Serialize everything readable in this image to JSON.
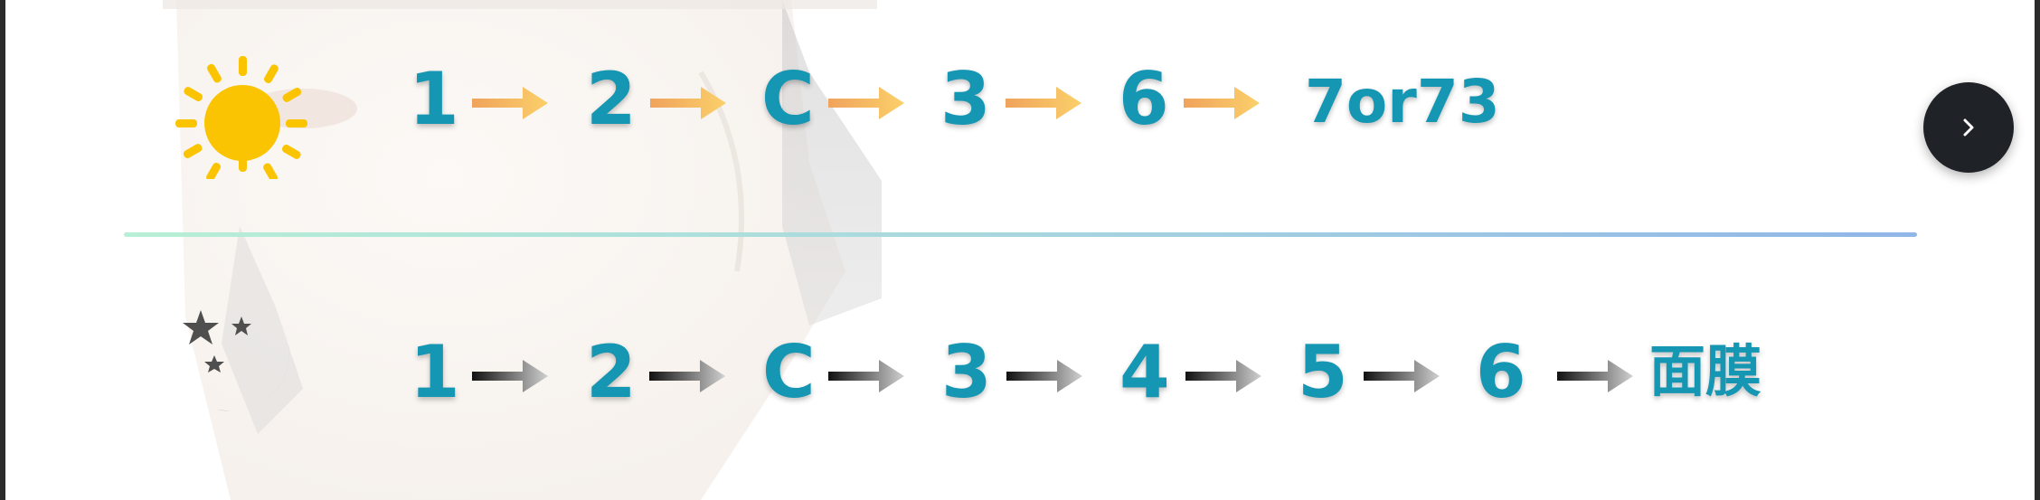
{
  "morning_routine": {
    "icon": "sun-icon",
    "steps": [
      "1",
      "2",
      "C",
      "3",
      "6",
      "7or73"
    ]
  },
  "night_routine": {
    "icon": "moon-stars-icon",
    "steps": [
      "1",
      "2",
      "C",
      "3",
      "4",
      "5",
      "6",
      "面膜"
    ]
  },
  "colors": {
    "step_text": "#1596b3",
    "sun": "#fbc402",
    "moon": "#4f4f4f",
    "arrow_day_start": "#f0a35c",
    "arrow_day_end": "#fbd06a",
    "next_button": "#1f2327"
  },
  "next_button": {
    "icon": "chevron-right-icon"
  }
}
